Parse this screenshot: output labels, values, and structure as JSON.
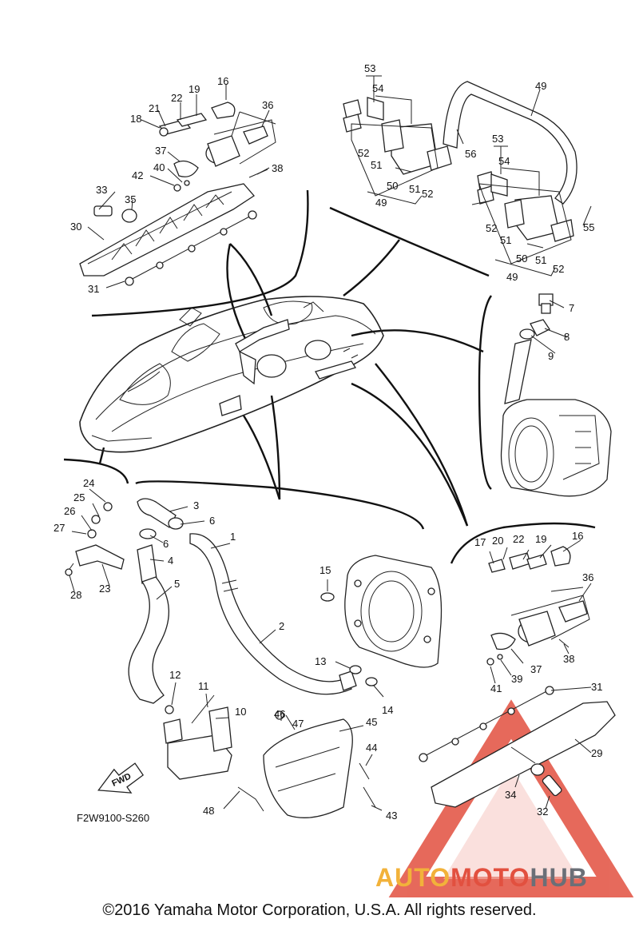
{
  "diagram": {
    "code": "F2W9100-S260",
    "fwd_label": "FWD",
    "copyright": "©2016 Yamaha Motor Corporation, U.S.A. All rights reserved.",
    "watermark": {
      "part1": "AUTO",
      "part2": "MOTO",
      "part3": "HUB"
    },
    "colors": {
      "ink": "#222222",
      "watermark_red": "#e2503f",
      "watermark_orange": "#f2b23a",
      "watermark_gray": "#6b6f77"
    },
    "callouts": [
      {
        "id": "c1",
        "label": "1"
      },
      {
        "id": "c2",
        "label": "2"
      },
      {
        "id": "c3",
        "label": "3"
      },
      {
        "id": "c4",
        "label": "4"
      },
      {
        "id": "c5",
        "label": "5"
      },
      {
        "id": "c6a",
        "label": "6"
      },
      {
        "id": "c6b",
        "label": "6"
      },
      {
        "id": "c7",
        "label": "7"
      },
      {
        "id": "c8",
        "label": "8"
      },
      {
        "id": "c9",
        "label": "9"
      },
      {
        "id": "c10",
        "label": "10"
      },
      {
        "id": "c11",
        "label": "11"
      },
      {
        "id": "c12",
        "label": "12"
      },
      {
        "id": "c13",
        "label": "13"
      },
      {
        "id": "c14",
        "label": "14"
      },
      {
        "id": "c15",
        "label": "15"
      },
      {
        "id": "c16a",
        "label": "16"
      },
      {
        "id": "c16b",
        "label": "16"
      },
      {
        "id": "c17",
        "label": "17"
      },
      {
        "id": "c18",
        "label": "18"
      },
      {
        "id": "c19a",
        "label": "19"
      },
      {
        "id": "c19b",
        "label": "19"
      },
      {
        "id": "c20",
        "label": "20"
      },
      {
        "id": "c21",
        "label": "21"
      },
      {
        "id": "c22a",
        "label": "22"
      },
      {
        "id": "c22b",
        "label": "22"
      },
      {
        "id": "c23",
        "label": "23"
      },
      {
        "id": "c24",
        "label": "24"
      },
      {
        "id": "c25",
        "label": "25"
      },
      {
        "id": "c26",
        "label": "26"
      },
      {
        "id": "c27",
        "label": "27"
      },
      {
        "id": "c28",
        "label": "28"
      },
      {
        "id": "c29",
        "label": "29"
      },
      {
        "id": "c30",
        "label": "30"
      },
      {
        "id": "c31a",
        "label": "31"
      },
      {
        "id": "c31b",
        "label": "31"
      },
      {
        "id": "c32",
        "label": "32"
      },
      {
        "id": "c33",
        "label": "33"
      },
      {
        "id": "c34",
        "label": "34"
      },
      {
        "id": "c35",
        "label": "35"
      },
      {
        "id": "c36a",
        "label": "36"
      },
      {
        "id": "c36b",
        "label": "36"
      },
      {
        "id": "c37a",
        "label": "37"
      },
      {
        "id": "c37b",
        "label": "37"
      },
      {
        "id": "c38a",
        "label": "38"
      },
      {
        "id": "c38b",
        "label": "38"
      },
      {
        "id": "c39",
        "label": "39"
      },
      {
        "id": "c40",
        "label": "40"
      },
      {
        "id": "c41",
        "label": "41"
      },
      {
        "id": "c42",
        "label": "42"
      },
      {
        "id": "c43",
        "label": "43"
      },
      {
        "id": "c44",
        "label": "44"
      },
      {
        "id": "c45",
        "label": "45"
      },
      {
        "id": "c46",
        "label": "46"
      },
      {
        "id": "c47",
        "label": "47"
      },
      {
        "id": "c48",
        "label": "48"
      },
      {
        "id": "c49a",
        "label": "49"
      },
      {
        "id": "c49b",
        "label": "49"
      },
      {
        "id": "c49c",
        "label": "49"
      },
      {
        "id": "c50a",
        "label": "50"
      },
      {
        "id": "c50b",
        "label": "50"
      },
      {
        "id": "c51a",
        "label": "51"
      },
      {
        "id": "c51b",
        "label": "51"
      },
      {
        "id": "c51c",
        "label": "51"
      },
      {
        "id": "c51d",
        "label": "51"
      },
      {
        "id": "c52a",
        "label": "52"
      },
      {
        "id": "c52b",
        "label": "52"
      },
      {
        "id": "c52c",
        "label": "52"
      },
      {
        "id": "c52d",
        "label": "52"
      },
      {
        "id": "c53a",
        "label": "53"
      },
      {
        "id": "c53b",
        "label": "53"
      },
      {
        "id": "c54a",
        "label": "54"
      },
      {
        "id": "c54b",
        "label": "54"
      },
      {
        "id": "c55",
        "label": "55"
      },
      {
        "id": "c56",
        "label": "56"
      }
    ]
  }
}
